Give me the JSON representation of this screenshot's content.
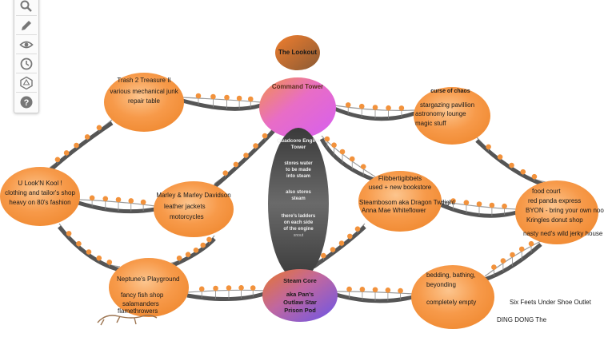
{
  "toolbar": {
    "tools": [
      {
        "name": "search-icon"
      },
      {
        "name": "pencil-icon"
      },
      {
        "name": "eye-icon"
      },
      {
        "name": "clock-icon"
      },
      {
        "name": "dice-icon"
      },
      {
        "name": "help-icon"
      }
    ]
  },
  "colors": {
    "node_orange": "#f79a4a",
    "node_orange_light": "#fcb878",
    "command_pink": "#e262e6",
    "steam_purple": "#8a5ad8",
    "engine_dark": "#4a4a4a",
    "bridge_rail": "#555555",
    "bead": "#f2923c"
  },
  "nodes": {
    "lookout": {
      "title": "The Lookout"
    },
    "command": {
      "title": "Command Tower"
    },
    "engine": {
      "title": "Quadcore Engine Tower",
      "lines": [
        "stores water",
        "to be made",
        "into steam",
        "also stores",
        "steam",
        "there's ladders",
        "on each side",
        "of the engine"
      ],
      "footer": "snout"
    },
    "steam_core": {
      "title": "Steam Core",
      "lines": [
        "aka Pan's",
        "Outlaw Star",
        "Prison Pod"
      ]
    },
    "trash": {
      "lines": [
        "Trash 2 Treasure II",
        "various mechanical junk",
        "repair table"
      ]
    },
    "curse": {
      "title": "curse of chaos",
      "lines": [
        "stargazing pavillion",
        "astronomy lounge",
        "magic stuff"
      ]
    },
    "look_n_kool": {
      "lines": [
        "U Look'N Kool !",
        "clothing and tailor's shop",
        "heavy on 80's fashion"
      ]
    },
    "marley": {
      "lines": [
        "Marley & Marley Davidson",
        "leather jackets",
        "motorcycles"
      ]
    },
    "flibber": {
      "lines": [
        "Flibbertigibbets",
        "used + new bookstore",
        "Steambosom aka Dragon Twilight",
        "Anna Mae Whiteflower"
      ]
    },
    "food": {
      "lines": [
        "food court",
        "red panda express",
        "BYON - bring your own noodles",
        "Kringles donut shop",
        "nasty ned's wild jerky house"
      ]
    },
    "neptune": {
      "title": "Neptune's Playground",
      "lines": [
        "fancy fish shop",
        "salamanders",
        "flamethrowers"
      ]
    },
    "bedding": {
      "lines": [
        "bedding, bathing,",
        "beyonding",
        "completely empty"
      ]
    }
  },
  "free_text": {
    "six_feets": "Six Feets Under Shoe Outlet",
    "ding_dong": "DING DONG The"
  }
}
